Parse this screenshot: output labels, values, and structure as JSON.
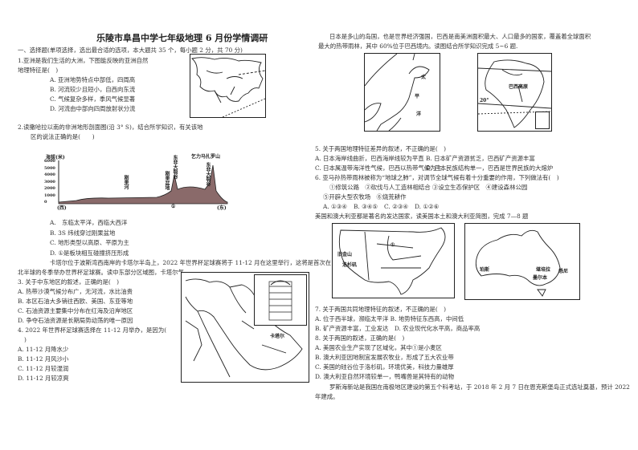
{
  "title": "乐陵市阜昌中学七年级地理 6 月份学情调研",
  "section": "一、选择题(单项选择，选出最合适的选项，本大题共 35 个，每小题 2 分，共 70 分)",
  "left": {
    "q1": {
      "stem1": "1.亚洲是我们生活的大洲，下图能反映的亚洲自然",
      "stem2": "地理特征是(　)",
      "options": [
        "A. 亚洲地势特点中部低，四周高",
        "B. 河流较少且短小，自西向东流",
        "C. 气候复杂多样，季风气候显著",
        "D. 河流由中部向四周放射状分流"
      ]
    },
    "q2": {
      "stem1": "2.读撒哈拉以南的非洲地形剖面图(沿 3° S)，结合所学知识，有关该地",
      "stem2": "区的说法正确的是(　　)",
      "options": [
        "A.　东临太平洋，西临大西洋",
        "B. 3S 纬线穿过刚果盆地",
        "C. 地形类型以高原、平原为主",
        "D. ①是板块相互碰撞挤压形成"
      ],
      "profile": {
        "ylabel": "海拔(米)",
        "yticks": [
          "6000",
          "5000",
          "4000",
          "3000",
          "2000",
          "1000",
          "0"
        ],
        "west": "(西)",
        "east": "(东)",
        "marker": "①",
        "labels": [
          "刚果河",
          "刚果盆地",
          "东非大裂谷",
          "乞力马扎罗山",
          "东非大裂谷"
        ]
      }
    },
    "qatar": {
      "line1": "卡塔尔位于波斯湾西南岸的卡塔尔半岛上，2022 年世界杯足球赛将于 11-12 月在这里举行，这将是首次在",
      "line2": "北半球的冬季举办世界杯足球赛。读中东部分区域图，卡塔尔气"
    },
    "q3": {
      "stem": "3. 关于中东地区的叙述，正确的是(　)",
      "options": [
        "A. 热带沙漠气候分布广，无河流，水比油贵",
        "B. 本区石油大多销往西欧、美国、东亚等地",
        "C. 石油资源主要集中分布在红海及沿岸地区",
        "D. 争夺石油资源是长期局势动荡的唯一原因"
      ]
    },
    "q4": {
      "stem1": "4. 2022 年世界杯足球赛选择在 11-12 月举办，是因为(",
      "stem2": ")",
      "options": [
        "A. 11-12 月降水少",
        "B. 11-12 月风沙小",
        "C. 11-12 月较湿润",
        "D. 11-12 月较凉爽"
      ]
    },
    "mideast_map": {
      "qatar_label": "卡塔尔"
    }
  },
  "right": {
    "intro1": "日本是多山的岛国，也是世界经济强国，巴西是南美洲面积最大、人口最多的国家，覆盖着全球面积",
    "intro2": "最大的热带雨林，其中 60%位于巴西境内。读图结合所学知识完成 5~6 题.",
    "japan_map": {
      "ocean1": "太",
      "ocean2": "平",
      "ocean3": "洋"
    },
    "brazil_map": {
      "label": "巴西高原",
      "lat": "20°"
    },
    "q5": {
      "stem": "5. 关于两国地理特征差异的叙述，不正确的是(　)",
      "a": "A. 日本海岸线曲折，巴西海岸线较为平直",
      "b": "B. 日本矿产资源贫乏，巴西矿产资源丰富",
      "c": "C. 日本属温带海洋性气候，巴西以热带气候为主",
      "d": "D. 日本民族结构单一，巴西是世界民族的大熔炉"
    },
    "q6": {
      "stem": "6. 亚马孙热带雨林被称为“地球之肺”，对调节全球气候有着十分重要的作用，下列做法有(　)",
      "items1": "①修筑公路　②砍伐与人工造林相结合 ③设立生态保护区　④建设森林公园",
      "items2": "⑤开辟大型农牧场　⑥烧荒耕作",
      "options": [
        "A. ①③④",
        "B. ③④⑤",
        "C. ②③④",
        "D. ①②⑥"
      ]
    },
    "intro3": "美国和澳大利亚都是著名的发达国家，读美国本土和澳大利亚简图，完成 7—8 题",
    "usa_map": {
      "city1": "旧金山",
      "city2": "洛杉矶",
      "marker": "①"
    },
    "aus_map": {
      "city1": "珀斯",
      "city2": "堪培拉",
      "city3": "悉尼",
      "city4": "墨尔本"
    },
    "q7": {
      "stem": "7. 关于两国共同地理特征的叙述，不正确的是(　)",
      "ab": "A. 位于西半球，濒临太平洋  B. 地势特征东西高，中间低",
      "cd": "B. 矿产资源丰富，工业发达　D. 农业现代化水平高，商品率高"
    },
    "q8": {
      "stem": "8. 关于两国的叙述，正确的是(　)",
      "options": [
        "A. 美国农业生产实现了区域化，其中①是小麦区",
        "B. 澳大利亚因地制宜发展农牧业，形成了五大农业带",
        "C. 美国的硅谷位于洛杉矶，环境优美，科技力量雄厚",
        "D. 澳大利亚自然环境较单一，鸭嘴兽是其特有的动物"
      ]
    },
    "final1": "罗斯海新站是我国在南极地区建设的第五个科考站，于 2018 年 2 月 7 日在恩克斯堡岛正式选址奠基，预计 2022",
    "final2": "年建成。"
  }
}
